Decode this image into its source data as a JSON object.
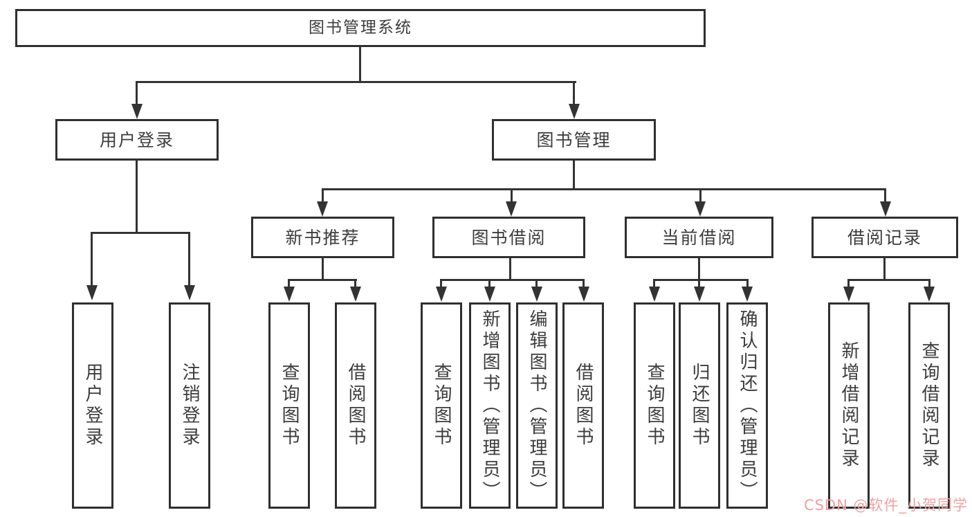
{
  "diagram": {
    "type": "hierarchy-tree",
    "root": {
      "label": "图书管理系统"
    },
    "level2": [
      {
        "label": "用户登录"
      },
      {
        "label": "图书管理"
      }
    ],
    "level3": [
      {
        "label": "新书推荐",
        "parent": "图书管理"
      },
      {
        "label": "图书借阅",
        "parent": "图书管理"
      },
      {
        "label": "当前借阅",
        "parent": "图书管理"
      },
      {
        "label": "借阅记录",
        "parent": "图书管理"
      }
    ],
    "leaves": [
      {
        "label": "用户登录",
        "parent": "用户登录"
      },
      {
        "label": "注销登录",
        "parent": "用户登录"
      },
      {
        "label": "查询图书",
        "parent": "新书推荐"
      },
      {
        "label": "借阅图书",
        "parent": "新书推荐"
      },
      {
        "label": "查询图书",
        "parent": "图书借阅"
      },
      {
        "label": "新增图书（管理员）",
        "parent": "图书借阅"
      },
      {
        "label": "编辑图书（管理员）",
        "parent": "图书借阅"
      },
      {
        "label": "借阅图书",
        "parent": "图书借阅"
      },
      {
        "label": "查询图书",
        "parent": "当前借阅"
      },
      {
        "label": "归还图书",
        "parent": "当前借阅"
      },
      {
        "label": "确认归还（管理员）",
        "parent": "当前借阅"
      },
      {
        "label": "新增借阅记录",
        "parent": "借阅记录"
      },
      {
        "label": "查询借阅记录",
        "parent": "借阅记录"
      }
    ],
    "colors": {
      "line": "#333333",
      "box_border": "#2f2f2f",
      "text": "#3c3c3c",
      "background": "#ffffff"
    }
  },
  "watermark": {
    "text": "CSDN @软件_小贺同学",
    "color": "#f0a1a1"
  }
}
